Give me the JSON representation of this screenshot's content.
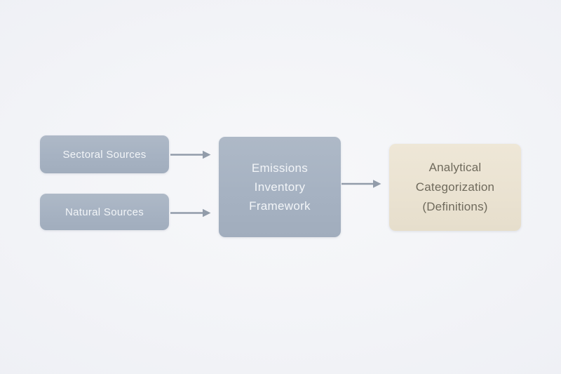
{
  "diagram": {
    "nodes": {
      "sectoral": {
        "label": "Sectoral Sources"
      },
      "natural": {
        "label": "Natural Sources"
      },
      "framework": {
        "lines": [
          "Emissions",
          "Inventory",
          "Framework"
        ]
      },
      "categorization": {
        "lines": [
          "Analytical",
          "Categorization",
          "(Definitions)"
        ]
      }
    },
    "edges": [
      {
        "from": "sectoral",
        "to": "framework",
        "icon": "arrow-right-icon"
      },
      {
        "from": "natural",
        "to": "framework",
        "icon": "arrow-right-icon"
      },
      {
        "from": "framework",
        "to": "categorization",
        "icon": "arrow-right-icon"
      }
    ],
    "colors": {
      "node_primary": "#a6b2c2",
      "node_primary_text": "#f2f5f8",
      "node_accent": "#eae2d1",
      "node_accent_text": "#6f6a5c",
      "arrow": "#929caa",
      "bg_center": "#f7f8fa",
      "bg_mid": "#f2f3f7",
      "bg_edge": "#edeff4"
    }
  }
}
